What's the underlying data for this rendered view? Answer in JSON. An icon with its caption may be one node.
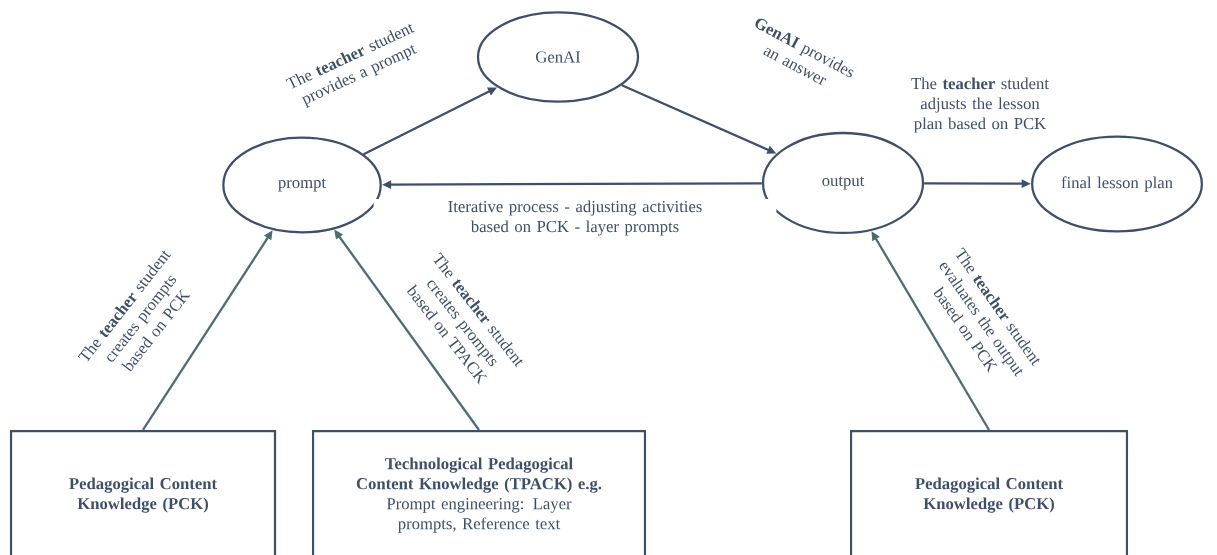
{
  "diagram": {
    "nodes": [
      {
        "text": [
          "GenAI"
        ]
      },
      {
        "text": [
          "prompt"
        ]
      },
      {
        "text": [
          "output"
        ]
      },
      {
        "text": [
          "final lesson plan"
        ]
      },
      {
        "text": [
          "Pedagogical Content Knowledge (PCK)"
        ]
      },
      {
        "text": [
          "Technological Pedagogical Content Knowledge (TPACK) e.g.",
          "Prompt engineering: Layer prompts, Reference text"
        ]
      },
      {
        "text": [
          "Pedagogical Content Knowledge (PCK)"
        ]
      }
    ],
    "edges": [
      {
        "from": 1,
        "to": 0,
        "arrow": "to",
        "label": "The **teacher** student provides a prompt"
      },
      {
        "from": 0,
        "to": 2,
        "arrow": "to",
        "label": "**GenAI** provides an answer"
      },
      {
        "from": 2,
        "to": 1,
        "arrow": "to",
        "label": "Iterative process - adjusting activities based on PCK - layer prompts"
      },
      {
        "from": 2,
        "to": 3,
        "arrow": "to",
        "label": "The **teacher** student adjusts the lesson plan based on PCK"
      },
      {
        "from": 4,
        "to": 1,
        "arrow": "to",
        "color": "#4a6e70",
        "label": "The **teacher** student creates prompts based on PCK"
      },
      {
        "from": 5,
        "to": 1,
        "arrow": "to",
        "color": "#4a6e70",
        "label": "The **teacher** student creates prompts based on TPACK"
      },
      {
        "from": 6,
        "to": 2,
        "arrow": "to",
        "color": "#4a6e70",
        "label": "The **teacher** student evaluates the output based on PCK"
      }
    ]
  }
}
